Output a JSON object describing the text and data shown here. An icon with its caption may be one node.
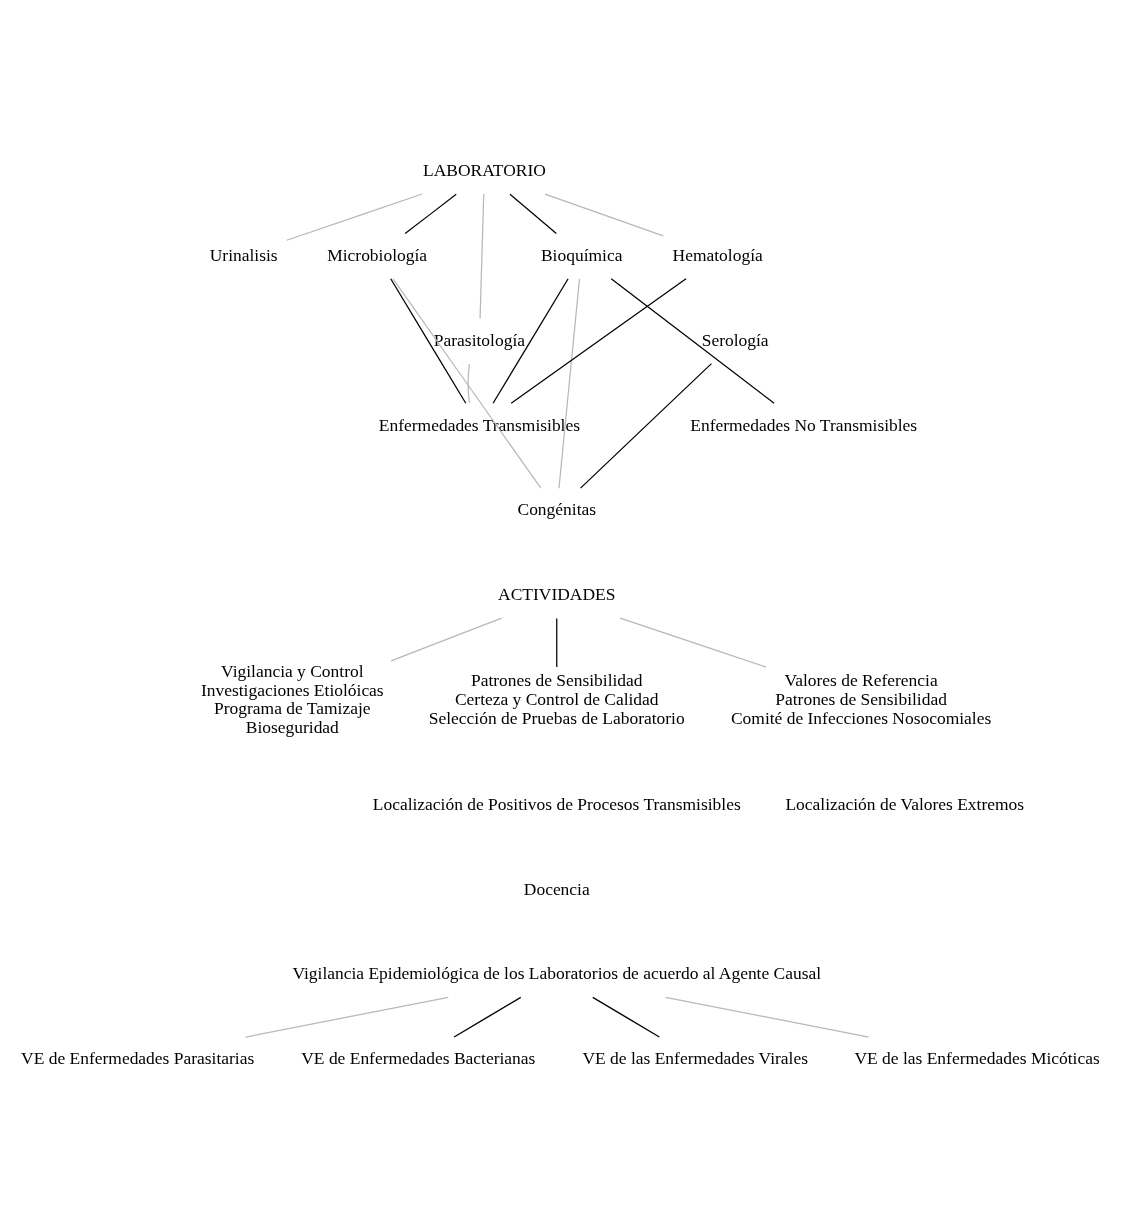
{
  "diagram": {
    "nodes": [
      {
        "text": [
          "LABORATORIO"
        ]
      },
      {
        "text": [
          "Urinalisis"
        ]
      },
      {
        "text": [
          "Microbiología"
        ]
      },
      {
        "text": [
          "Bioquímica"
        ]
      },
      {
        "text": [
          "Hematología"
        ]
      },
      {
        "text": [
          "Parasitología"
        ]
      },
      {
        "text": [
          "Serología"
        ]
      },
      {
        "text": [
          "Enfermedades Transmisibles"
        ]
      },
      {
        "text": [
          "Enfermedades No Transmisibles"
        ]
      },
      {
        "text": [
          "Congénitas"
        ]
      },
      {
        "text": [
          "ACTIVIDADES"
        ]
      },
      {
        "text": [
          "Vigilancia y Control",
          "Investigaciones Etiolóicas",
          "Programa de Tamizaje",
          "Bioseguridad"
        ]
      },
      {
        "text": [
          "Patrones de Sensibilidad",
          "Certeza y Control de Calidad",
          "Selección de Pruebas de Laboratorio"
        ]
      },
      {
        "text": [
          "Valores de Referencia",
          "Patrones de Sensibilidad",
          "Comité de Infecciones Nosocomiales"
        ]
      },
      {
        "text": [
          "Vigilancia Epidemiológica de los Laboratorios de acuerdo al Agente Causal"
        ]
      },
      {
        "text": [
          "VE de Enfermedades Parasitarias"
        ]
      },
      {
        "text": [
          "VE de Enfermedades Bacterianas"
        ]
      },
      {
        "text": [
          "VE de las Enfermedades Virales"
        ]
      },
      {
        "text": [
          "VE de las Enfermedades Micóticas"
        ]
      }
    ],
    "edges": [
      {
        "from": 0,
        "to": 1,
        "arrow": "none"
      },
      {
        "from": 0,
        "to": 2,
        "arrow": "none",
        "color": "#000000"
      },
      {
        "from": 0,
        "to": 3,
        "arrow": "none",
        "color": "#000000"
      },
      {
        "from": 0,
        "to": 4,
        "arrow": "none"
      },
      {
        "from": 0,
        "to": 5,
        "arrow": "none"
      },
      {
        "from": 2,
        "to": 7,
        "arrow": "none",
        "color": "#000000"
      },
      {
        "from": 3,
        "to": 8,
        "arrow": "none",
        "color": "#000000"
      },
      {
        "from": 5,
        "to": 7,
        "arrow": "none"
      },
      {
        "from": 7,
        "to": 3,
        "arrow": "none",
        "color": "#000000"
      },
      {
        "from": 2,
        "to": 9,
        "arrow": "none"
      },
      {
        "from": 6,
        "to": 9,
        "arrow": "none",
        "color": "#000000"
      },
      {
        "from": 3,
        "to": 9,
        "arrow": "none"
      },
      {
        "from": 7,
        "to": 4,
        "arrow": "none",
        "color": "#000000"
      },
      {
        "from": 10,
        "to": 11,
        "arrow": "none"
      },
      {
        "from": 10,
        "to": 12,
        "arrow": "none",
        "color": "#000000"
      },
      {
        "from": 10,
        "to": 13,
        "arrow": "none"
      },
      {
        "from": 14,
        "to": 15,
        "arrow": "none"
      },
      {
        "from": 14,
        "to": 16,
        "arrow": "none",
        "color": "#000000"
      },
      {
        "from": 14,
        "to": 17,
        "arrow": "none",
        "color": "#000000"
      },
      {
        "from": 14,
        "to": 18,
        "arrow": "none"
      }
    ],
    "labels": [
      "Localización de Positivos de Procesos Transmisibles",
      "Localización de Valores Extremos",
      "Docencia"
    ]
  }
}
